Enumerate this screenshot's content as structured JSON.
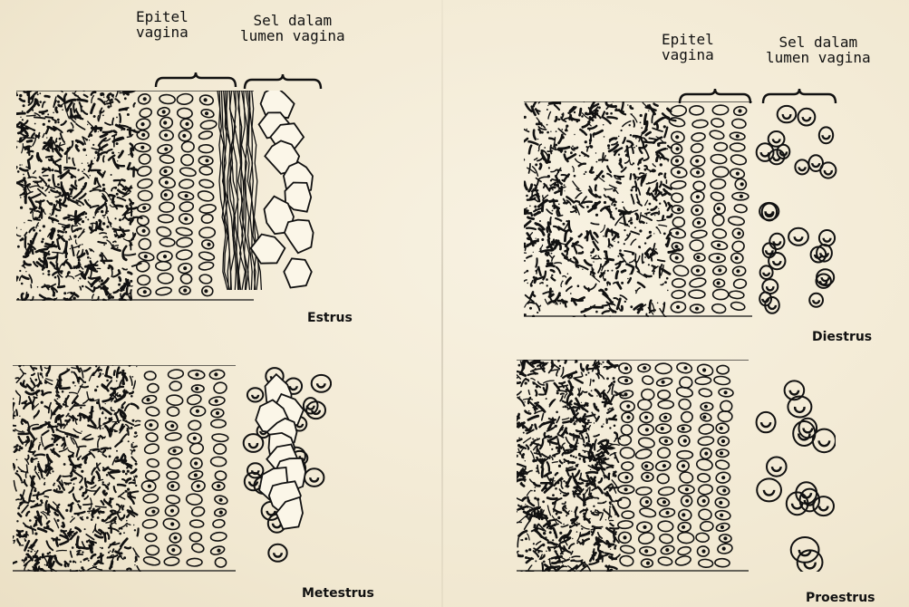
{
  "header_left": {
    "epitel_line1": "Epitel",
    "epitel_line2": "vagina",
    "sel_line1": "Sel dalam",
    "sel_line2": "lumen vagina"
  },
  "header_right": {
    "epitel_line1": "Epitel",
    "epitel_line2": "vagina",
    "sel_line1": "Sel dalam",
    "sel_line2": "lumen vagina"
  },
  "panels": [
    {
      "stage": "Estrus",
      "lumen_cells": "cornified"
    },
    {
      "stage": "Diestrus",
      "lumen_cells": "leukocytes"
    },
    {
      "stage": "Metestrus",
      "lumen_cells": "mixed"
    },
    {
      "stage": "Proestrus",
      "lumen_cells": "nucleated"
    }
  ],
  "colors": {
    "paper": "#f6efdc",
    "ink": "#111111"
  }
}
